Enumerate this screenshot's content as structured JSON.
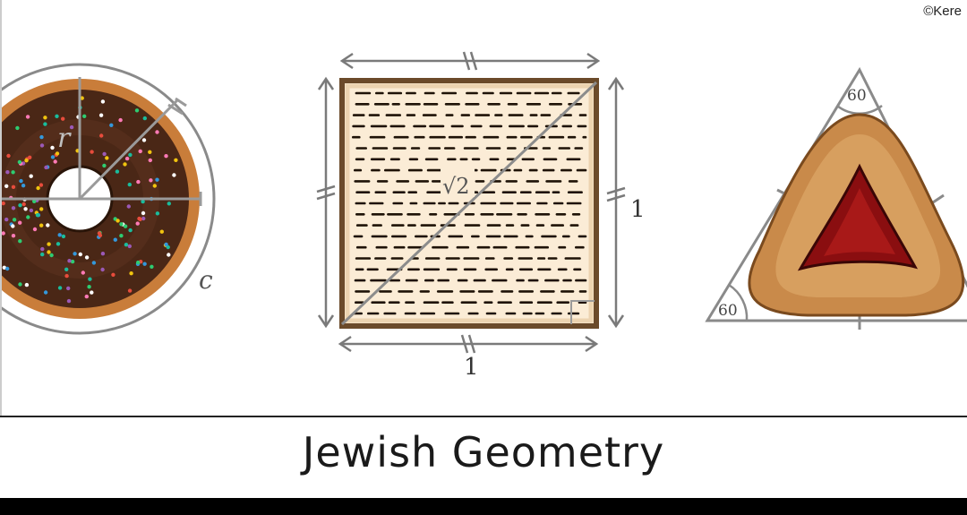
{
  "copyright": "©Kere",
  "caption": "Jewish Geometry",
  "donut": {
    "radius_label": "r",
    "circumference_label": "c",
    "colors": {
      "dough": "#c97d3a",
      "chocolate": "#4a2716",
      "hole": "#ffffff"
    }
  },
  "matzah": {
    "diagonal_label": "√2",
    "side_right_label": "1",
    "side_bottom_label": "1",
    "colors": {
      "cracker": "#fbecd6",
      "docking": "#1e1207",
      "edge": "#6b4a2a"
    }
  },
  "hamantash": {
    "angle_top_label": "60",
    "angle_left_label": "60",
    "colors": {
      "pastry": "#c98a4a",
      "filling": "#8a0e10"
    }
  }
}
